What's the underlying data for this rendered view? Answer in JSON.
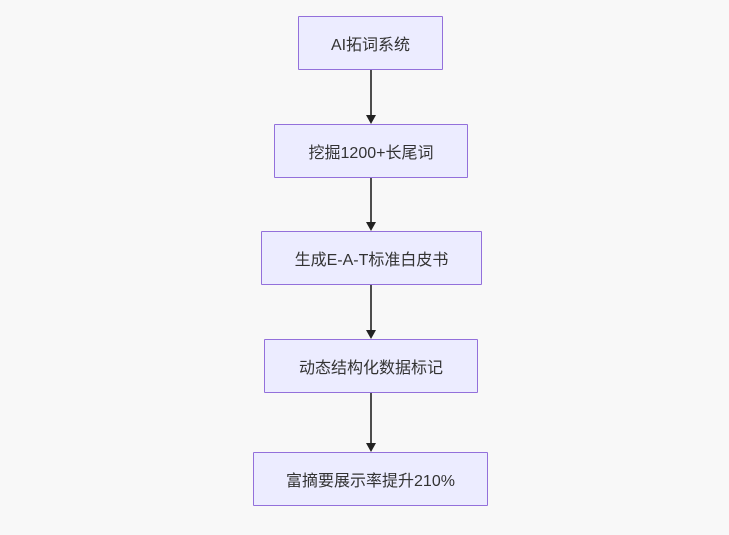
{
  "diagram": {
    "type": "flowchart",
    "direction": "top-down",
    "colors": {
      "background": "#f8f8f8",
      "node_fill": "#ECECFF",
      "node_border": "#9370DB",
      "node_text": "#333333",
      "edge_line": "#4d4d4d",
      "arrowhead": "#222222"
    },
    "nodes": [
      {
        "id": "n1",
        "label": "AI拓词系统"
      },
      {
        "id": "n2",
        "label": "挖掘1200+长尾词"
      },
      {
        "id": "n3",
        "label": "生成E-A-T标准白皮书"
      },
      {
        "id": "n4",
        "label": "动态结构化数据标记"
      },
      {
        "id": "n5",
        "label": "富摘要展示率提升210%"
      }
    ],
    "edges": [
      {
        "from": "n1",
        "to": "n2",
        "style": "arrow-down"
      },
      {
        "from": "n2",
        "to": "n3",
        "style": "arrow-down"
      },
      {
        "from": "n3",
        "to": "n4",
        "style": "arrow-down"
      },
      {
        "from": "n4",
        "to": "n5",
        "style": "arrow-down"
      }
    ]
  }
}
